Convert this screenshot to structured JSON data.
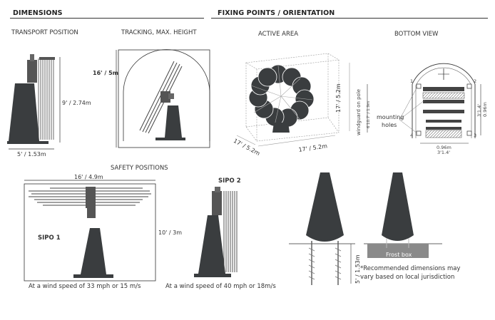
{
  "headers": {
    "dimensions": "DIMENSIONS",
    "fixing": "FIXING POINTS / ORIENTATION"
  },
  "views": {
    "transport": "TRANSPORT POSITION",
    "tracking": "TRACKING, MAX. HEIGHT",
    "active": "ACTIVE AREA",
    "bottom": "BOTTOM VIEW",
    "safety": "SAFETY POSITIONS"
  },
  "dims": {
    "transport_height": "9' / 2.74m",
    "transport_width": "5' / 1.53m",
    "tracking_height": "16' / 5m",
    "active_height": "17' / 5.2m",
    "active_depth": "17' / 5.2m",
    "active_width": "17' / 5.2m",
    "windguard": "windguard on pole",
    "windguard_dim": "6'10.7' / 1.9m",
    "mounting": "mounting",
    "holes": "holes",
    "bv_width": "0.96m",
    "bv_width_ft": "3'1.4'",
    "bv_height": "0.96m",
    "bv_height_ft": "3'1.4'",
    "bv_n1": "1",
    "bv_n2": "2",
    "bv_n3": "3",
    "bv_n4": "4",
    "sipo_width": "16' / 4.9m",
    "sipo_height": "10' / 3m",
    "foundation_depth": "5' / 1.53m",
    "frost_box": "Frost box"
  },
  "sipo": {
    "sipo1": "SIPO 1",
    "sipo2": "SIPO 2",
    "wind1": "At a wind speed of 33 mph or 15 m/s",
    "wind2": "At a wind speed of 40 mph or 18m/s"
  },
  "note": {
    "line1": "*Recommended dimensions may",
    "line2": "vary based on local jurisdiction"
  },
  "colors": {
    "ink": "#3a3d3f",
    "line": "#555555",
    "frost": "#8a8a8a"
  }
}
